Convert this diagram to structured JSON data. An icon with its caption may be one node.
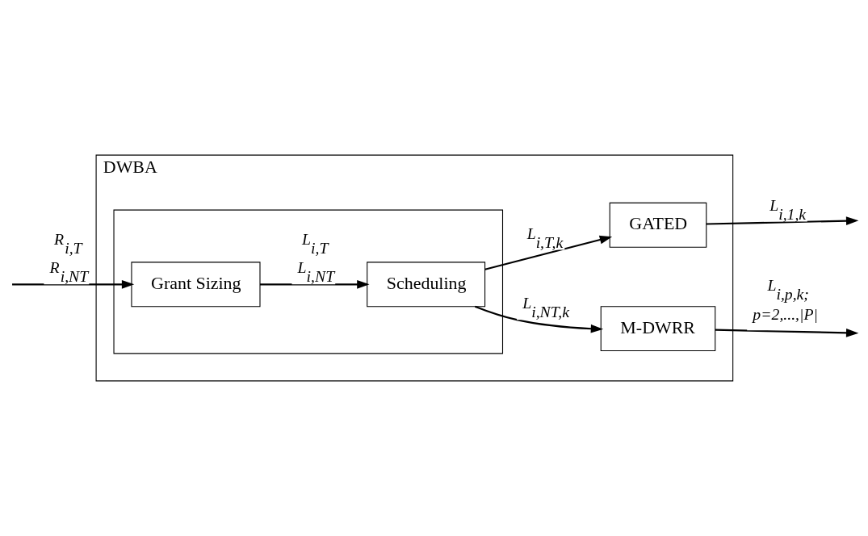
{
  "diagram": {
    "nodes": [
      {
        "text": [
          "DWBA"
        ]
      },
      {
        "text": [],
        "shape": "box",
        "in": 0
      },
      {
        "text": [
          "Grant Sizing"
        ],
        "in": 1
      },
      {
        "text": [
          "Scheduling"
        ],
        "in": 1
      },
      {
        "text": [
          "GATED"
        ],
        "in": 0
      },
      {
        "text": [
          "M-DWRR"
        ],
        "in": 0
      }
    ],
    "edges": [
      {
        "from": null,
        "to": 2,
        "arrow": "to",
        "label": "R$_{i,T}$ R$_{i,NT}$"
      },
      {
        "from": 2,
        "to": 3,
        "arrow": "to",
        "label": "L$_{i,T}$ L$_{i,NT}$"
      },
      {
        "from": 3,
        "to": 4,
        "arrow": "to",
        "label": "L$_{i,T,k}$"
      },
      {
        "from": 3,
        "to": 5,
        "arrow": "to",
        "label": "L$_{i,NT,k}$"
      },
      {
        "from": 4,
        "to": null,
        "arrow": "to",
        "label": "L$_{i,1,k}$"
      },
      {
        "from": 5,
        "to": null,
        "arrow": "to",
        "label": "L$_{i,p,k;}$ p=2,...,|P|"
      }
    ]
  }
}
